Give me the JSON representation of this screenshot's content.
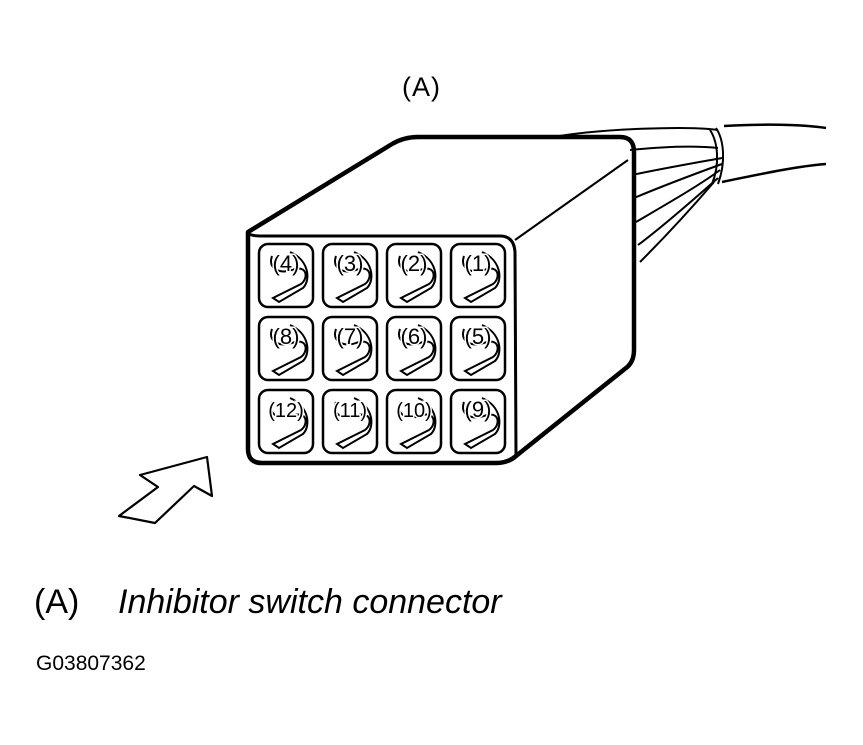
{
  "top_label": "(A)",
  "legend": {
    "key": "(A)",
    "text": "Inhibitor switch connector"
  },
  "figure_id": "G03807362",
  "terminals": [
    [
      "(4)",
      "(3)",
      "(2)",
      "(1)"
    ],
    [
      "(8)",
      "(7)",
      "(6)",
      "(5)"
    ],
    [
      "(12)",
      "(11)",
      "(10)",
      "(9)"
    ]
  ],
  "colors": {
    "line": "#000000",
    "background": "#ffffff"
  }
}
